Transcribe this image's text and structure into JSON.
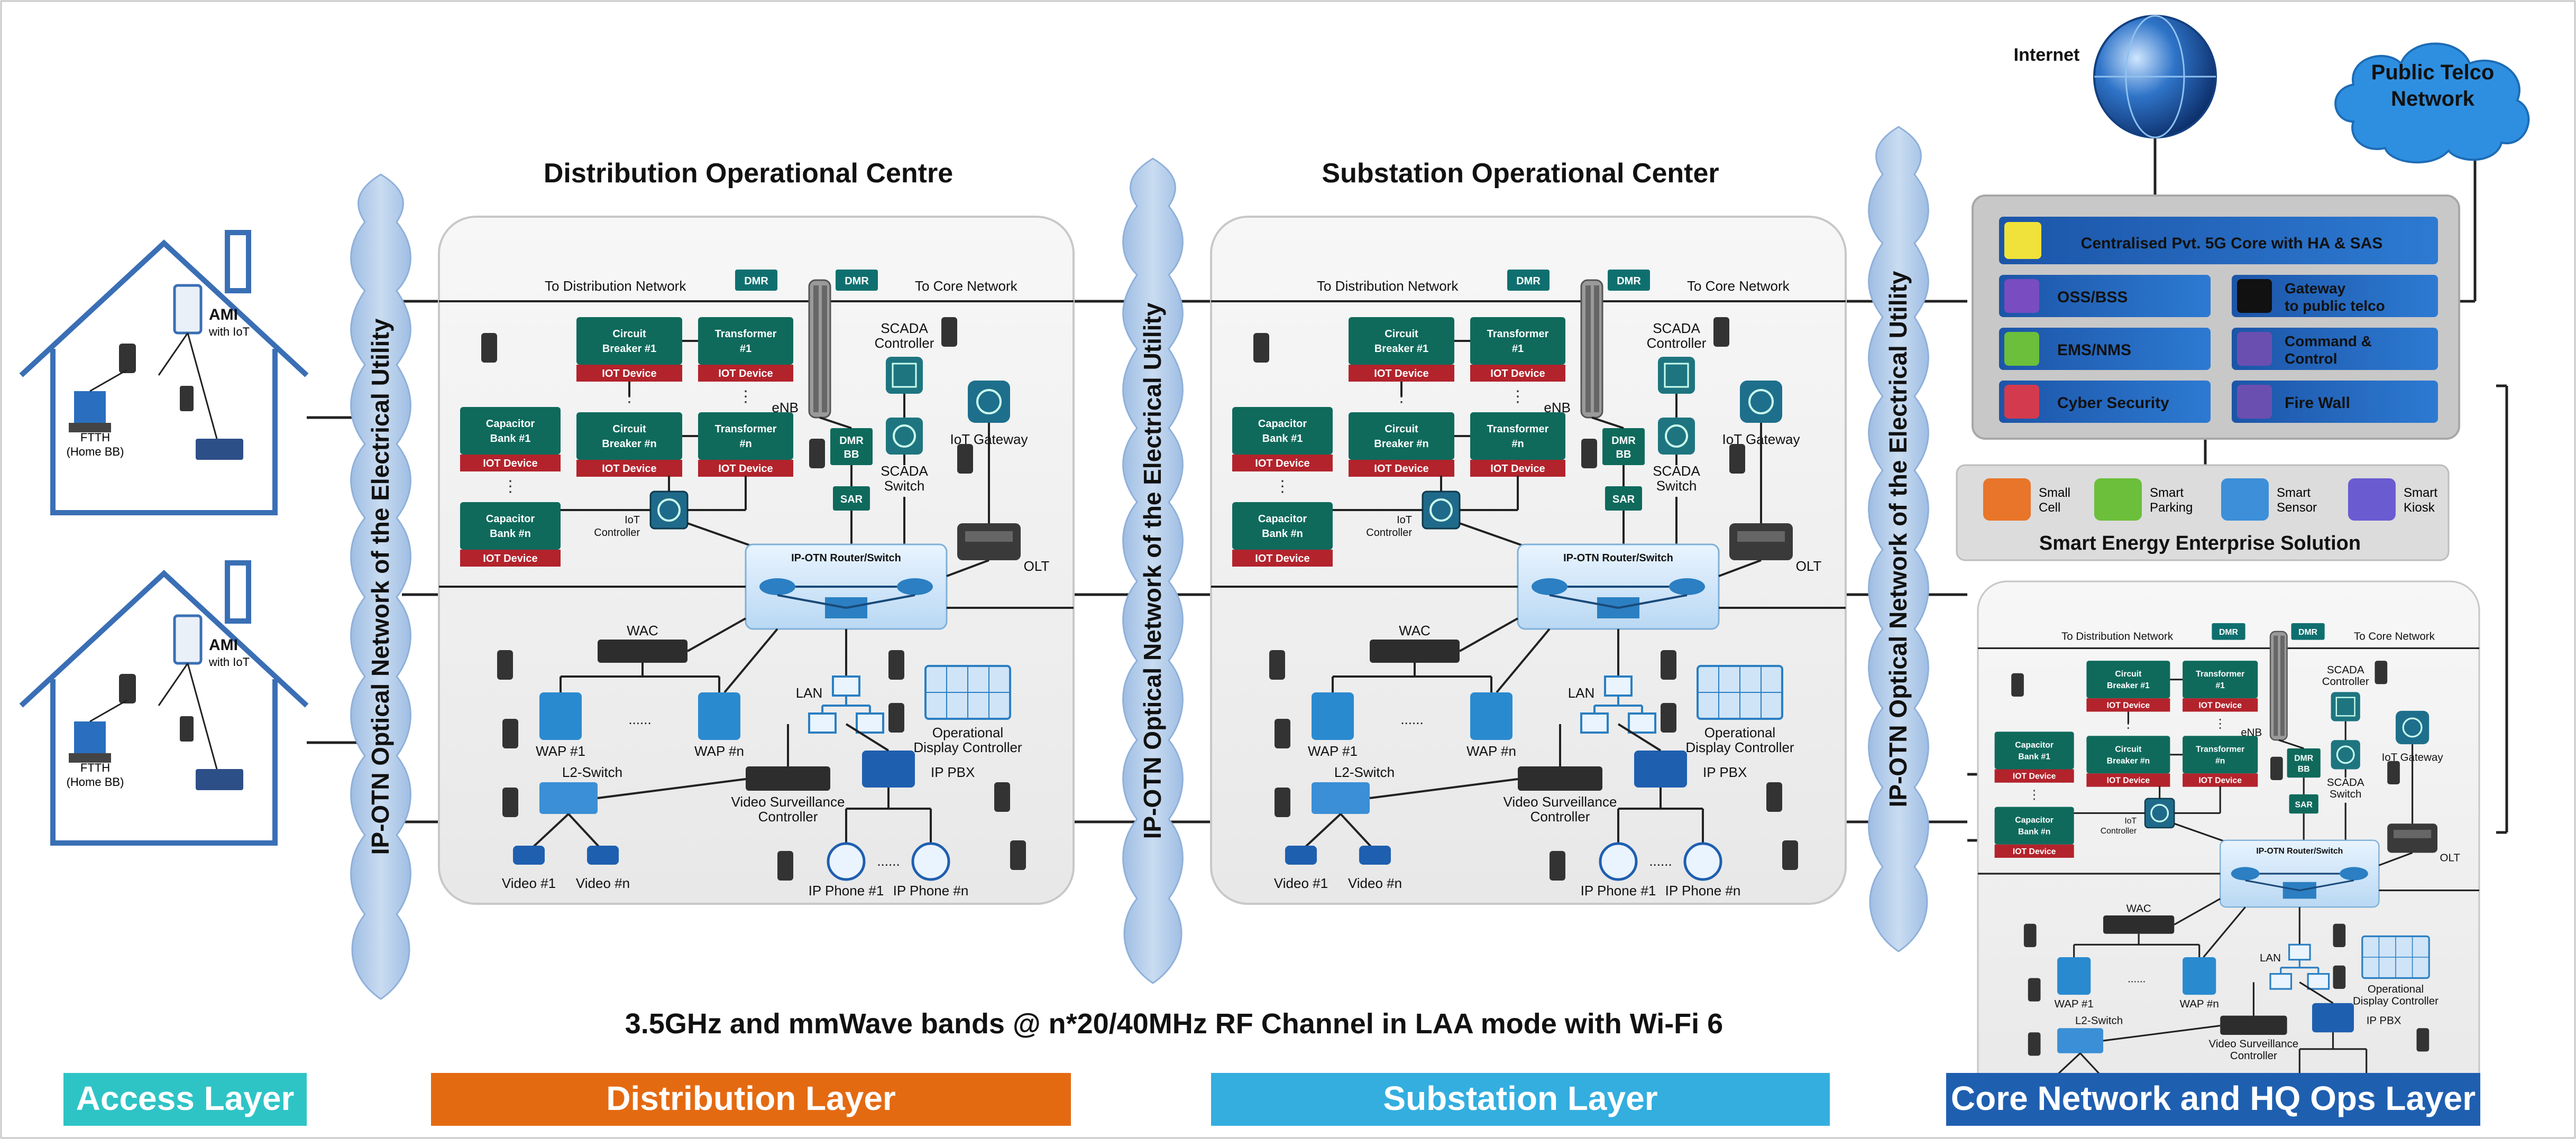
{
  "titles": {
    "dist": "Distribution Operational Centre",
    "subst": "Substation Operational Center"
  },
  "ribbon": "IP-OTN Optical Network of the Electrical Utility",
  "internet": "Internet",
  "public_telco": [
    "Public Telco",
    "Network"
  ],
  "bottom_caption": "3.5GHz and mmWave bands @ n*20/40MHz RF Channel in LAA mode with Wi-Fi 6",
  "layers": [
    {
      "label": "Access Layer",
      "color": "#2ec4c6"
    },
    {
      "label": "Distribution Layer",
      "color": "#e46a12"
    },
    {
      "label": "Substation Layer",
      "color": "#33aedf"
    },
    {
      "label": "Core Network and HQ Ops Layer",
      "color": "#1f5fb0"
    }
  ],
  "home": {
    "ami": "AMI",
    "with_iot": "with IoT",
    "ftth": "FTTH",
    "home_bb": "(Home BB)"
  },
  "center": {
    "to_distribution": "To Distribution Network",
    "to_core": "To Core Network",
    "dmr": "DMR",
    "dmr_bb": [
      "DMR",
      "BB"
    ],
    "enb": "eNB",
    "sar": "SAR",
    "scada_controller": [
      "SCADA",
      "Controller"
    ],
    "scada_switch": [
      "SCADA",
      "Switch"
    ],
    "iot_gateway": "IoT Gateway",
    "iot_controller": [
      "IoT",
      "Controller"
    ],
    "ip_otn_router": "IP-OTN Router/Switch",
    "olt": "OLT",
    "wac": "WAC",
    "lan": "LAN",
    "wap1": "WAP #1",
    "wapn": "WAP #n",
    "dots": "......",
    "operational_display": [
      "Operational",
      "Display Controller"
    ],
    "l2_switch": "L2-Switch",
    "ip_pbx": "IP PBX",
    "video_surveillance": [
      "Video Surveillance",
      "Controller"
    ],
    "video1": "Video #1",
    "videon": "Video #n",
    "ipphone1": "IP Phone #1",
    "ipphonen": "IP Phone #n",
    "iot_device": "IOT Device",
    "cb1": [
      "Circuit",
      "Breaker #1"
    ],
    "cbn": [
      "Circuit",
      "Breaker #n"
    ],
    "tr1": [
      "Transformer",
      "#1"
    ],
    "trn": [
      "Transformer",
      "#n"
    ],
    "cap1": [
      "Capacitor",
      "Bank #1"
    ],
    "capn": [
      "Capacitor",
      "Bank #n"
    ]
  },
  "core": {
    "central": "Centralised Pvt. 5G Core with HA & SAS",
    "oss": "OSS/BSS",
    "gateway": [
      "Gateway",
      "to public telco"
    ],
    "ems": "EMS/NMS",
    "command": [
      "Command &",
      "Control"
    ],
    "cyber": "Cyber Security",
    "firewall": "Fire Wall"
  },
  "smart": {
    "items": [
      {
        "label": [
          "Small",
          "Cell"
        ],
        "color": "#e8752a"
      },
      {
        "label": [
          "Smart",
          "Parking"
        ],
        "color": "#6bbf3a"
      },
      {
        "label": [
          "Smart",
          "Sensor"
        ],
        "color": "#3c8fd8"
      },
      {
        "label": [
          "Smart",
          "Kiosk"
        ],
        "color": "#6b5bd1"
      }
    ],
    "title": "Smart Energy Enterprise Solution"
  }
}
